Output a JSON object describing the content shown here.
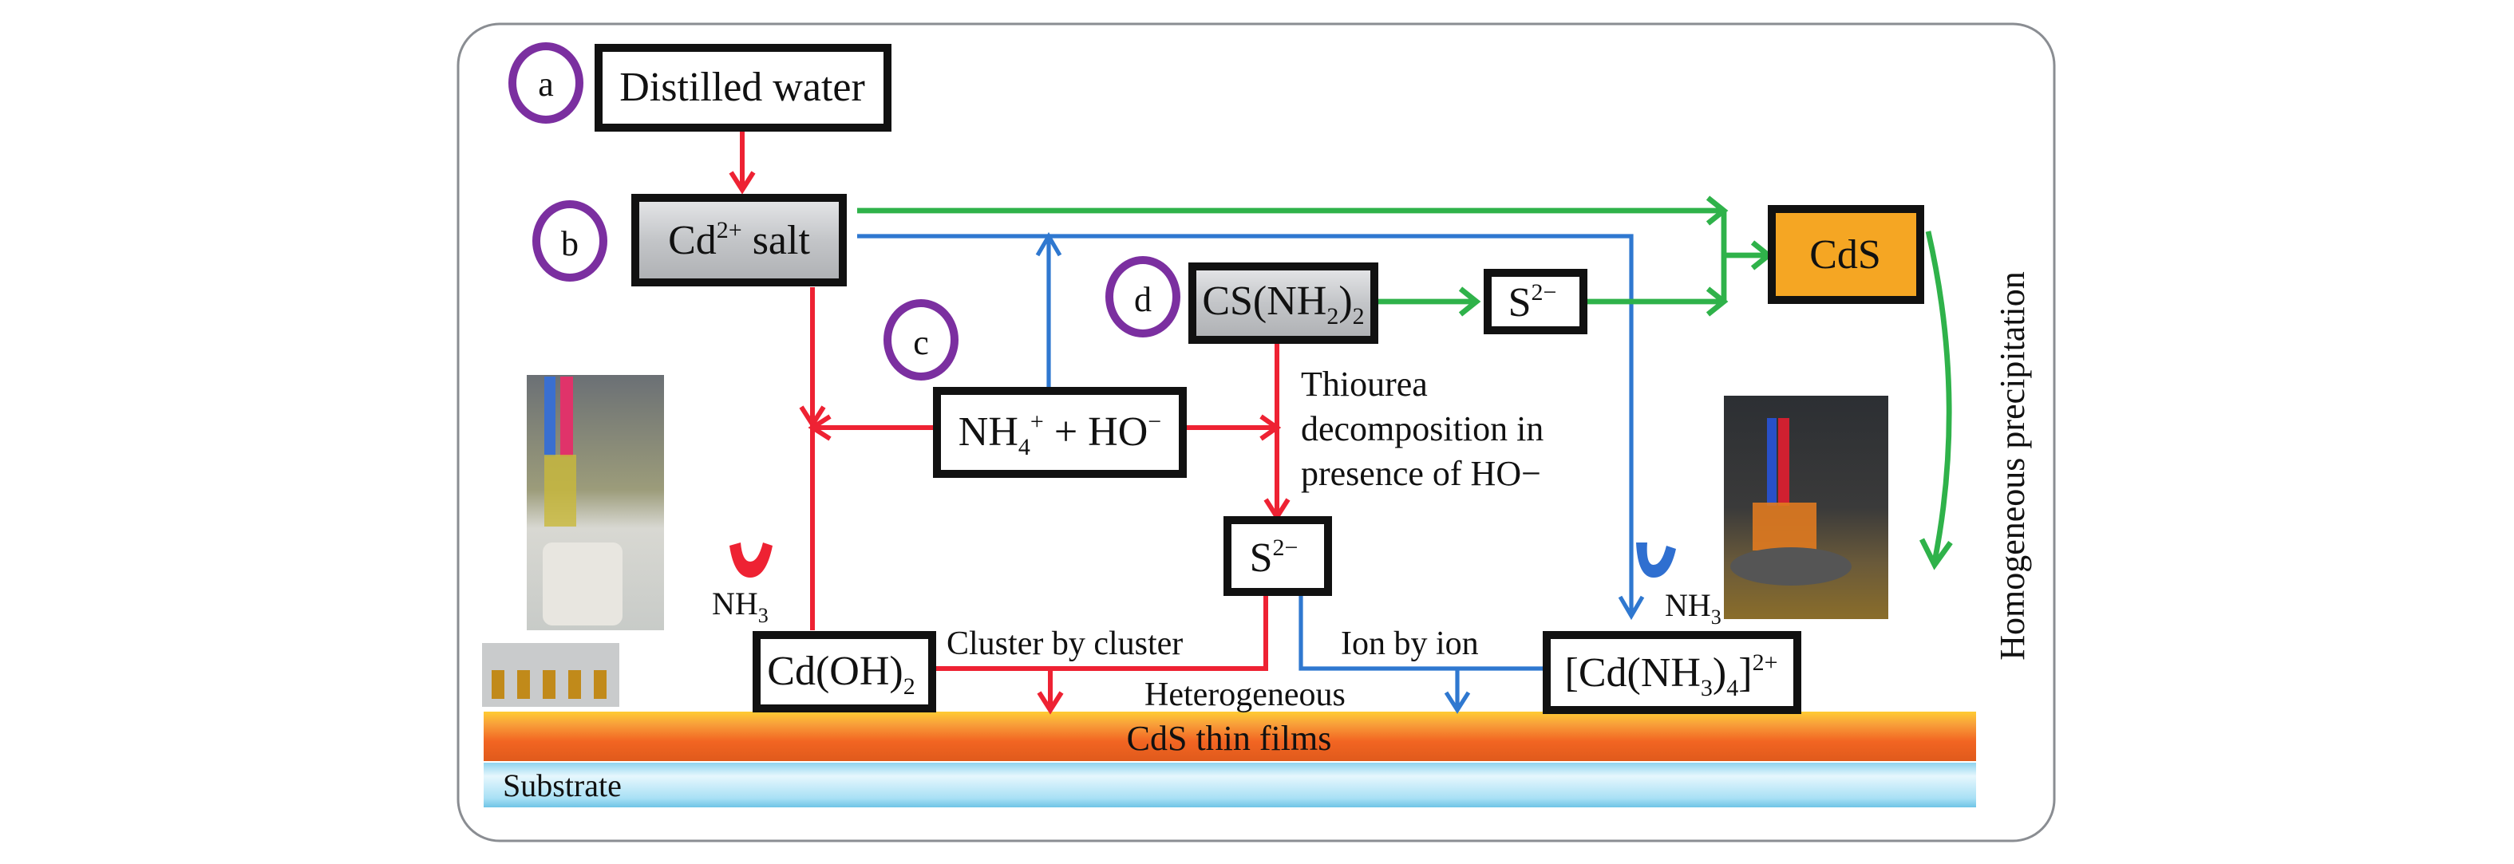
{
  "diagram": {
    "step_labels": {
      "a": "a",
      "b": "b",
      "c": "c",
      "d": "d"
    },
    "boxes": {
      "distilled_water": "Distilled water",
      "cd_salt": {
        "base": "Cd",
        "sup": "2+",
        "rest": " salt"
      },
      "ammonium": {
        "base": "NH",
        "sub": "4",
        "sup": "+",
        "rest": " + HO",
        "sup2": "−"
      },
      "thiourea": {
        "base": "CS(NH",
        "sub": "2",
        "mid": ")",
        "sub2": "2"
      },
      "sulfide_top": {
        "base": "S",
        "sup": "2−"
      },
      "sulfide_mid": {
        "base": "S",
        "sup": "2−"
      },
      "cds": "CdS",
      "cd_hydroxide": {
        "base": "Cd(OH)",
        "sub": "2"
      },
      "cd_complex": {
        "base": "[Cd(NH",
        "sub": "3",
        "mid": ")",
        "sub2": "4",
        "mid2": "]",
        "sup": "2+"
      }
    },
    "annotations": {
      "thiourea_note": [
        "Thiourea",
        "decomposition in",
        "presence of HO−"
      ],
      "cluster": "Cluster by cluster",
      "ion": "Ion by ion",
      "heterogeneous": "Heterogeneous",
      "homogeneous": "Homogeneous precipitation",
      "nh3_left": {
        "base": "NH",
        "sub": "3"
      },
      "nh3_right": {
        "base": "NH",
        "sub": "3"
      }
    },
    "layers": {
      "film": "CdS thin films",
      "substrate": "Substrate"
    },
    "colors": {
      "step_circle": "#7b2fa0",
      "red_path": "#ee2233",
      "blue_path": "#2f78d0",
      "green_path": "#2fb24a",
      "cds_box": "#f5a623",
      "film": "#f26522",
      "substrate": "#bfe8f7"
    },
    "icons": [
      "nh3-curved-arrow-red-icon",
      "nh3-curved-arrow-blue-icon",
      "beaker-photo",
      "coated-slides-photo",
      "hotplate-beaker-photo"
    ]
  }
}
